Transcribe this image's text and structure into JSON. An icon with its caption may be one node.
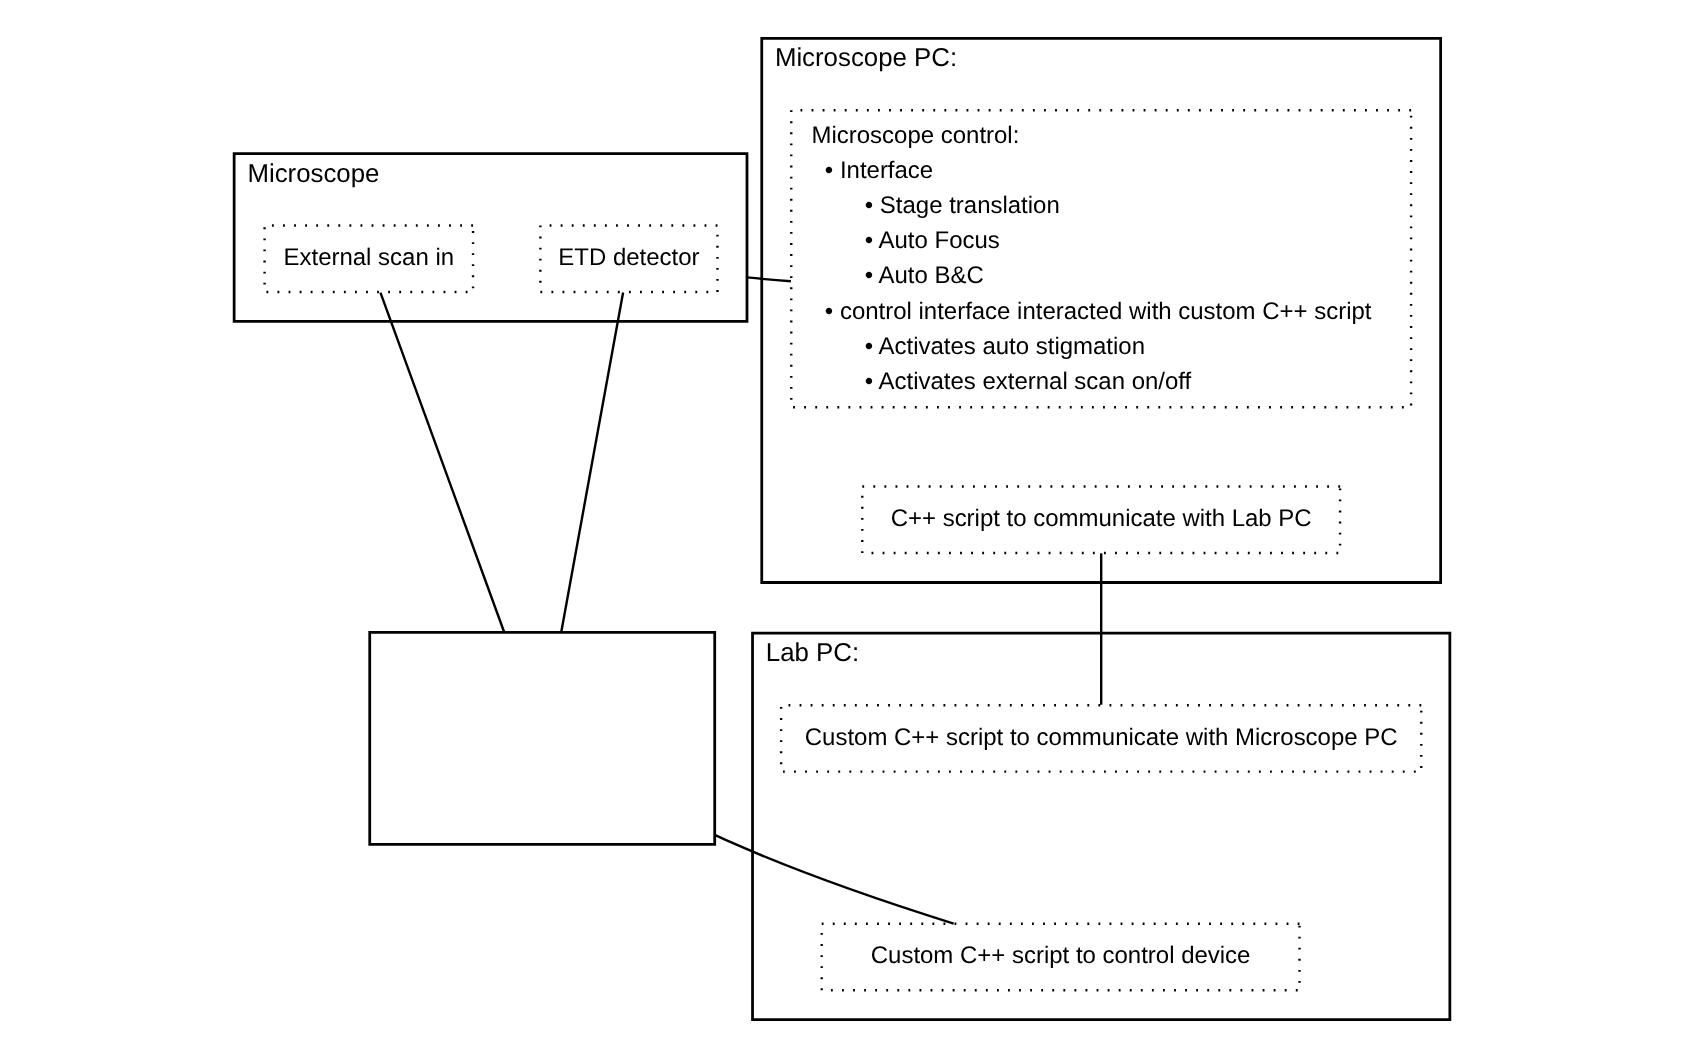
{
  "diagram": {
    "nodes": [
      {
        "text": [
          "Microscope"
        ]
      },
      {
        "text": [
          "ETD detector"
        ],
        "in": 0
      },
      {
        "text": [
          "External scan in"
        ],
        "in": 0
      },
      {
        "text": [
          "Microscope PC:"
        ]
      },
      {
        "text": [
          "Microscope control:",
          "• Interface",
          "• Stage translation",
          "• Auto Focus",
          "• Auto B&C",
          "• control interface interacted with custom C++ script",
          "• Activates auto stigmation",
          "• Activates external scan on/off"
        ],
        "in": 3
      },
      {
        "text": [
          "C++ script to communicate with Lab PC"
        ],
        "in": 3
      },
      {
        "text": [],
        "shape": "box"
      },
      {
        "text": [
          "Lab PC:"
        ]
      },
      {
        "text": [
          "Custom C++ script to communicate with Microscope PC"
        ],
        "in": 7
      },
      {
        "text": [
          "Custom C++ script to control device"
        ],
        "in": 7
      }
    ],
    "edges": [
      {
        "from": 0,
        "to": 4,
        "arrow": "none"
      },
      {
        "from": 2,
        "to": 6,
        "arrow": "none"
      },
      {
        "from": 1,
        "to": 6,
        "arrow": "none"
      },
      {
        "from": 5,
        "to": 8,
        "arrow": "none"
      },
      {
        "from": 6,
        "to": 9,
        "arrow": "none"
      }
    ]
  }
}
